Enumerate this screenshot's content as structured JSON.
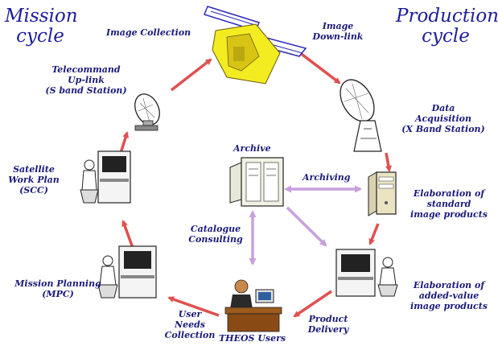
{
  "titles": {
    "mission_cycle": [
      "Mission",
      "cycle"
    ],
    "production_cycle": [
      "Production",
      "cycle"
    ]
  },
  "labels": {
    "image_collection": "Image Collection",
    "image_downlink": [
      "Image",
      "Down-link"
    ],
    "telecommand": [
      "Telecommand",
      "Up-link",
      "(S band Station)"
    ],
    "data_acquisition": [
      "Data",
      "Acquisition",
      "(X Band Station)"
    ],
    "archive": "Archive",
    "archiving": "Archiving",
    "satellite_work_plan": [
      "Satellite",
      "Work Plan",
      "(SCC)"
    ],
    "elaboration_standard": [
      "Elaboration of",
      "standard",
      "image products"
    ],
    "catalogue_consulting": [
      "Catalogue",
      "Consulting"
    ],
    "mission_planning": [
      "Mission Planning",
      "(MPC)"
    ],
    "elaboration_added": [
      "Elaboration of",
      "added-value",
      "image products"
    ],
    "user_needs": [
      "User",
      "Needs",
      "Collection"
    ],
    "theos_users": "THEOS Users",
    "product_delivery": [
      "Product",
      "Delivery"
    ]
  },
  "colors": {
    "cycle_arrow": "#e05050",
    "archive_arrow": "#c8a0dc",
    "label_text": "#1a1a7a",
    "title_text": "#1d1d9c"
  }
}
